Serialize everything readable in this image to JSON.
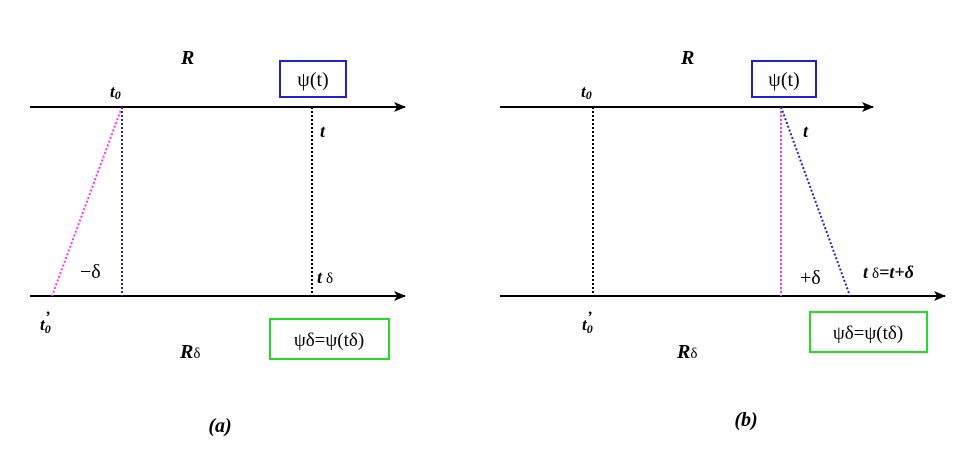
{
  "colors": {
    "axis": "#000000",
    "blue_box": "#1f1fd6",
    "green_box": "#22dd22",
    "magenta": "#ff33ff",
    "blue_dotted": "#2222cc",
    "black_dotted": "#000000"
  },
  "panel_a": {
    "frame_top": "R",
    "frame_bottom": "R",
    "frame_bottom_sub": "δ",
    "t0_base": "t",
    "t0_sub": "0",
    "t0p_base": "t",
    "t0p_sub": "0",
    "t0p_prime": "’",
    "t_label": "t",
    "t_delta_base": "t",
    "t_delta_sub": "δ",
    "shift": "−δ",
    "psi_top": "ψ(t)",
    "psi_bottom": "ψδ=ψ(tδ)",
    "caption": "(a)"
  },
  "panel_b": {
    "frame_top": "R",
    "frame_bottom": "R",
    "frame_bottom_sub": "δ",
    "t0_base": "t",
    "t0_sub": "0",
    "t0p_base": "t",
    "t0p_sub": "0",
    "t0p_prime": "’",
    "t_label": "t",
    "t_delta_base": "t",
    "t_delta_sub": "δ",
    "t_delta_eq": "=t+δ",
    "shift": "+δ",
    "psi_top": "ψ(t)",
    "psi_bottom": "ψδ=ψ(tδ)",
    "caption": "(b)"
  }
}
